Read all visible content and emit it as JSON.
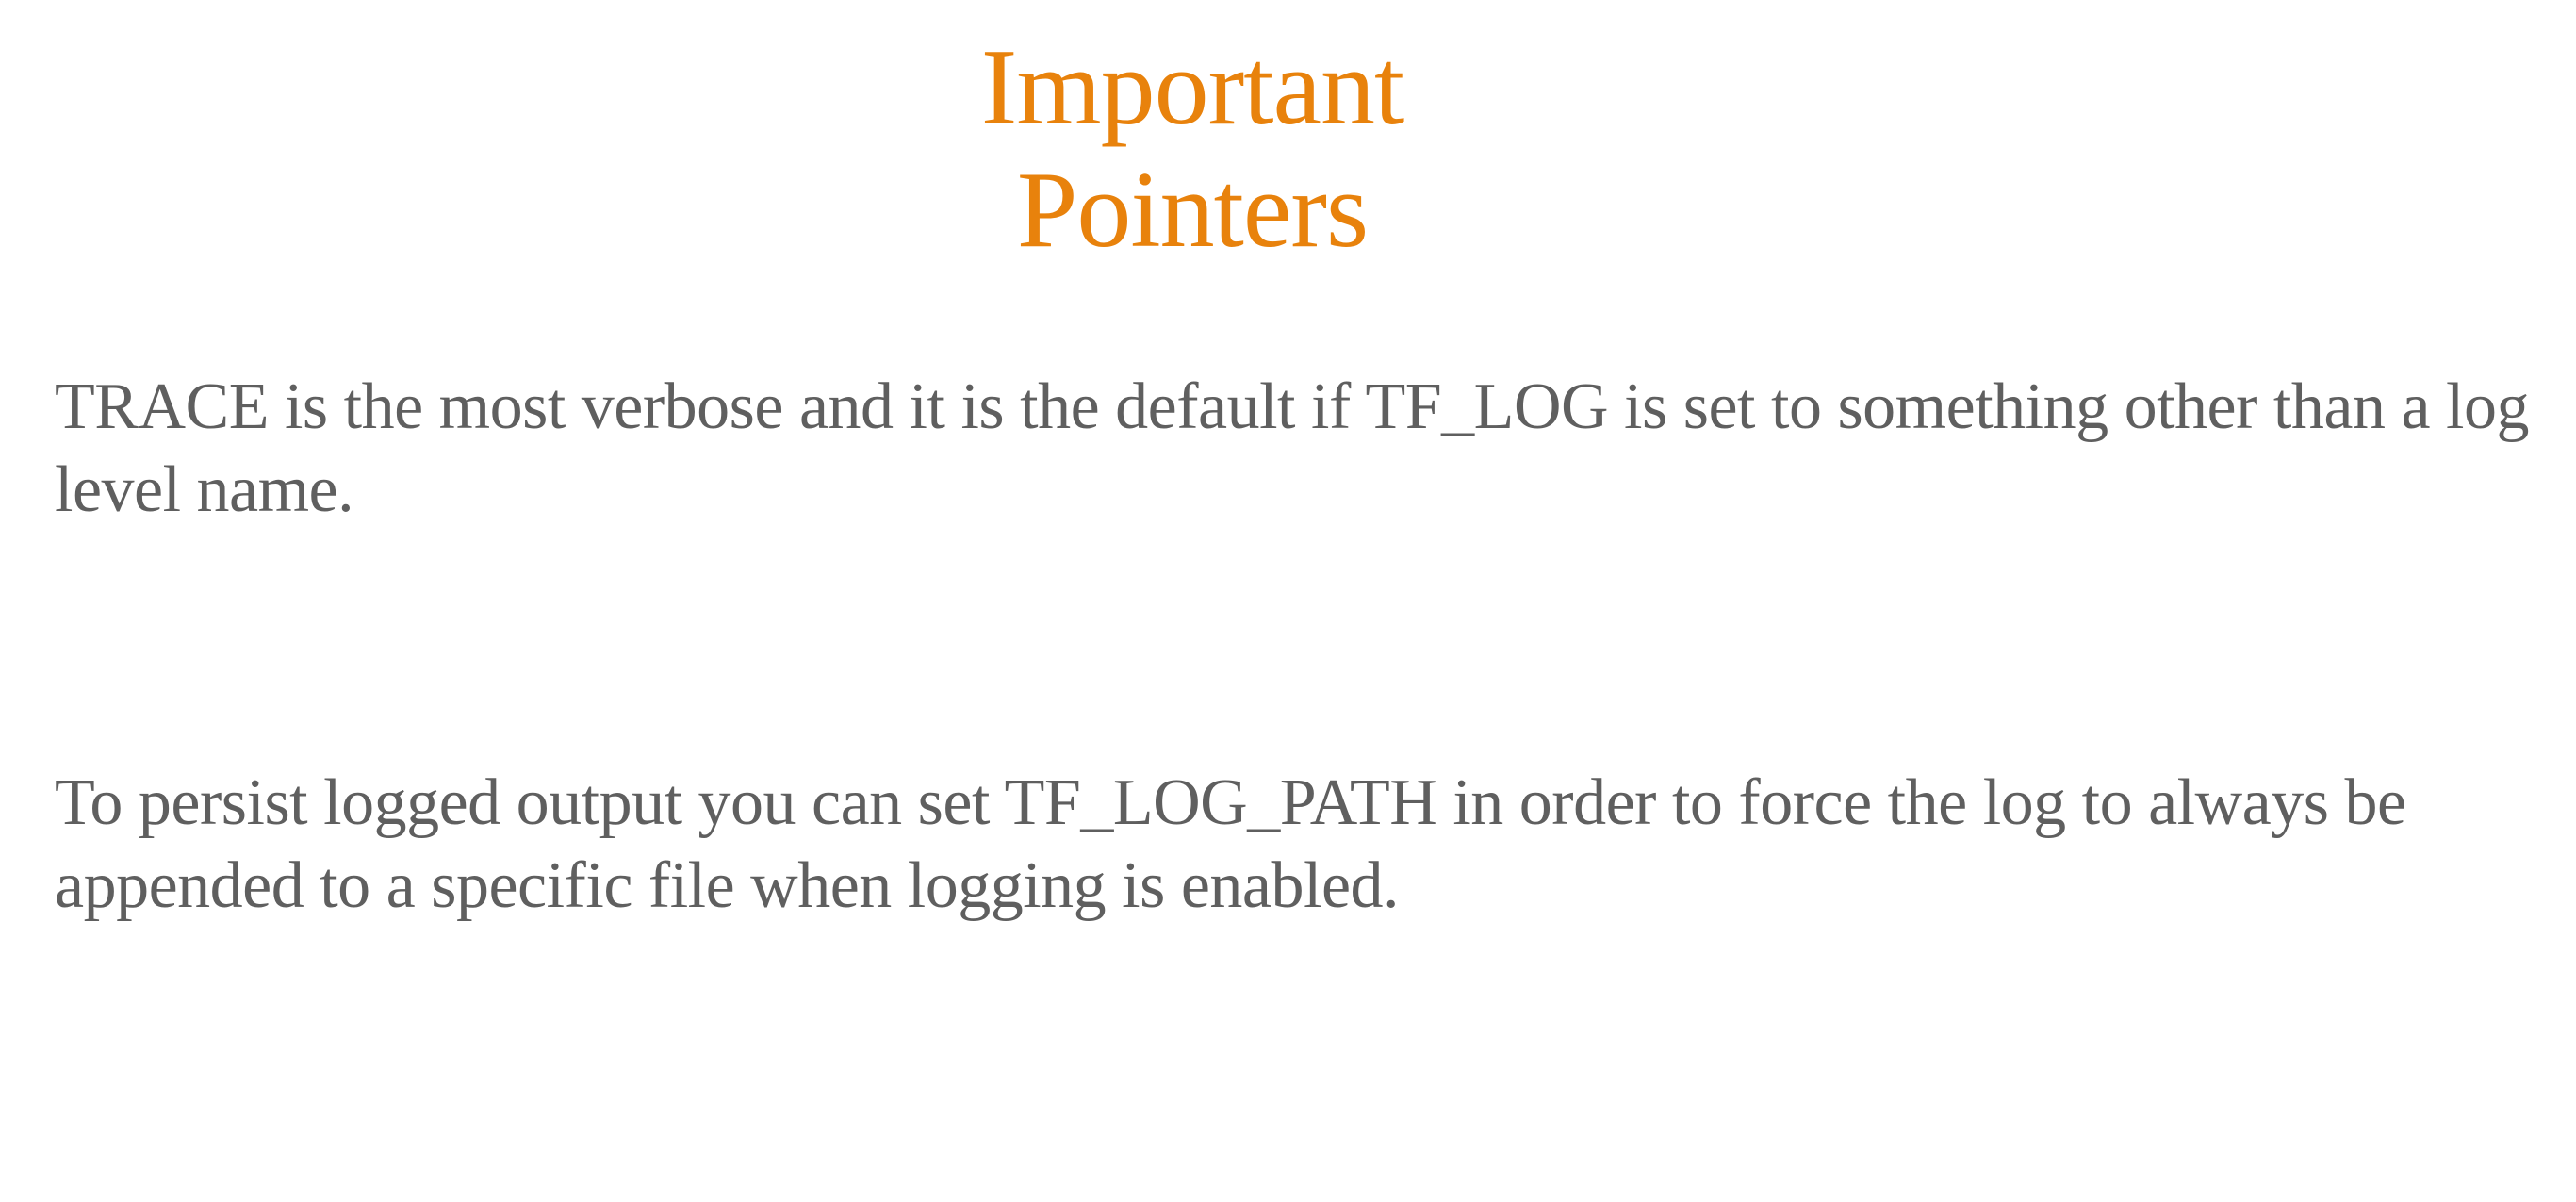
{
  "slide": {
    "title": "Important Pointers",
    "accent_color": "#E8820C",
    "text_color": "#5f5f5f",
    "paragraphs": [
      "TRACE is the most verbose and it is the default if TF_LOG is set to something other than a log level name.",
      "To persist logged output you can set TF_LOG_PATH in order to force the log to always be appended to a specific file when logging is enabled."
    ]
  }
}
